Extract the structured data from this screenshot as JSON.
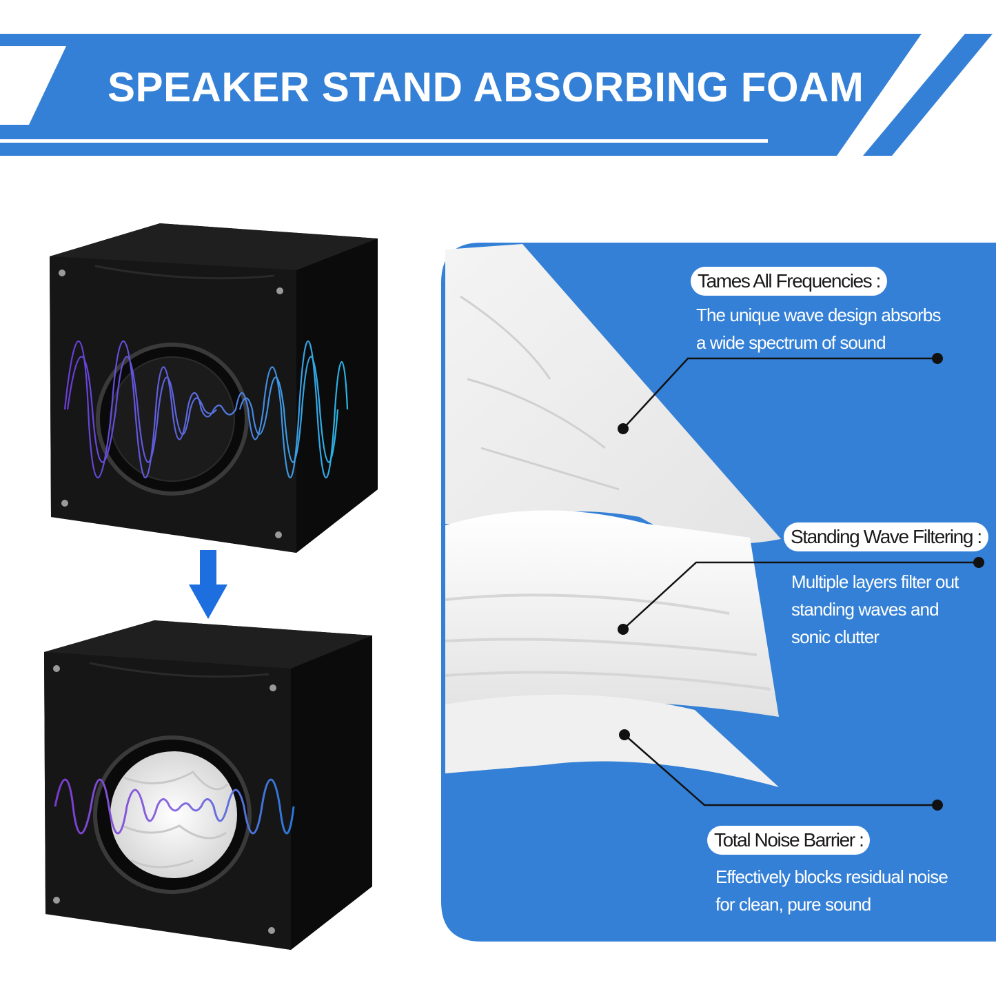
{
  "header": {
    "title": "SPEAKER STAND ABSORBING FOAM",
    "color": "#3480d6"
  },
  "speakers": [
    {
      "state": "before",
      "wave": "unfiltered sound wave"
    },
    {
      "state": "after",
      "wave": "filtered sound wave"
    }
  ],
  "arrow_icon": "down-arrow-icon",
  "panel": {
    "background": "#3480d6",
    "features": [
      {
        "label": "Tames All Frequencies :",
        "description_lines": [
          "The unique wave design absorbs",
          "a wide spectrum of sound"
        ]
      },
      {
        "label": "Standing Wave Filtering :",
        "description_lines": [
          "Multiple layers filter out",
          "standing waves and",
          "sonic clutter"
        ]
      },
      {
        "label": "Total Noise Barrier :",
        "description_lines": [
          "Effectively blocks residual noise",
          "for clean, pure sound"
        ]
      }
    ]
  }
}
